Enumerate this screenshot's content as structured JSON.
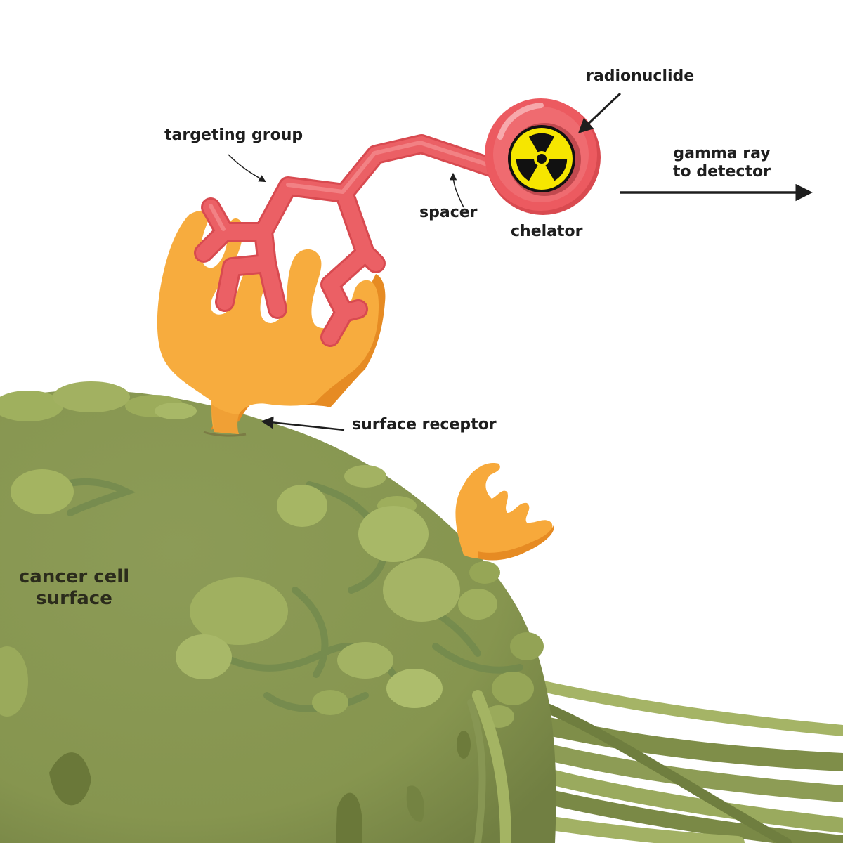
{
  "labels": {
    "radionuclide": "radionuclide",
    "targeting_group": "targeting group",
    "gamma_line1": "gamma ray",
    "gamma_line2": "to detector",
    "spacer": "spacer",
    "chelator": "chelator",
    "surface_receptor": "surface receptor",
    "cell_line1": "cancer cell",
    "cell_line2": "surface"
  },
  "colors": {
    "cell_base": "#879653",
    "cell_spot": "#a3b35f",
    "cell_spot_light": "#b5c56f",
    "cell_vein": "#6f8a4e",
    "receptor": "#f7a93b",
    "receptor_shadow": "#e68b23",
    "molecule": "#e85a5e",
    "molecule_light": "#f27b7b",
    "chelator_ring": "#e8595e",
    "chelator_highlight": "#f7a6a8",
    "radiation_yellow": "#f6e600",
    "radiation_black": "#111111",
    "arrow": "#1e1e1e"
  },
  "icons": {
    "radionuclide": "radiation-trefoil-icon"
  }
}
